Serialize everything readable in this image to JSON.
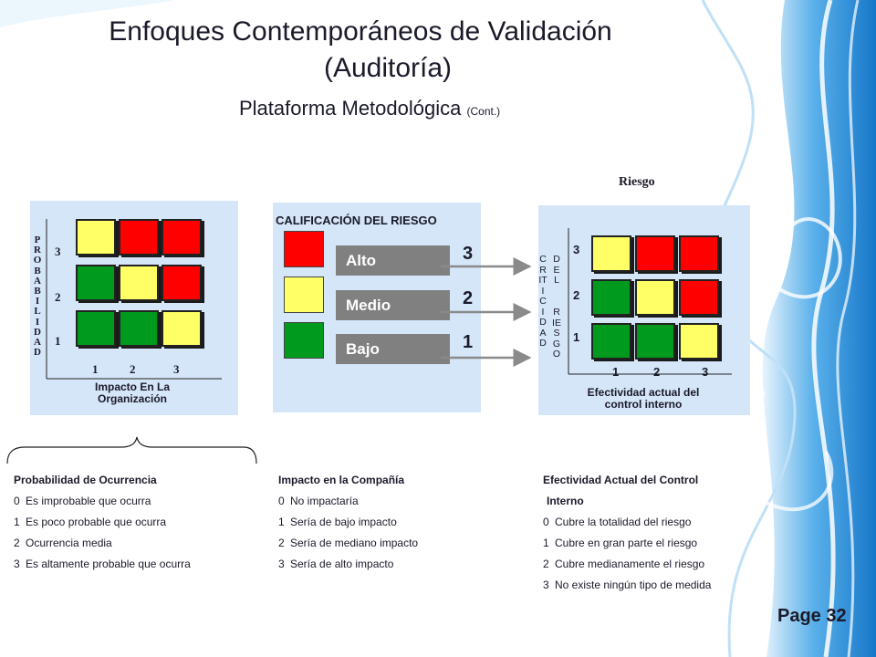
{
  "slide": {
    "title_line1": "Enfoques Contemporáneos de Validación",
    "title_line2": "(Auditoría)",
    "subtitle": "Plataforma Metodológica",
    "subtitle_note": "(Cont.)",
    "page": "Page 32"
  },
  "matrix_left": {
    "y_axis_letters": "PROBABILIDAD",
    "y_ticks": [
      "3",
      "2",
      "1"
    ],
    "x_ticks": [
      "1",
      "2",
      "3"
    ],
    "x_caption_line1": "Impacto En La",
    "x_caption_line2": "Organización",
    "grid": [
      [
        "yellow",
        "red",
        "red"
      ],
      [
        "green",
        "yellow",
        "red"
      ],
      [
        "green",
        "green",
        "yellow"
      ]
    ]
  },
  "calificacion": {
    "heading": "CALIFICACIÓN DEL RIESGO",
    "levels": [
      {
        "label": "Alto",
        "score": "3",
        "color": "red"
      },
      {
        "label": "Medio",
        "score": "2",
        "color": "yellow"
      },
      {
        "label": "Bajo",
        "score": "1",
        "color": "green"
      }
    ]
  },
  "matrix_right": {
    "heading": "Riesgo",
    "y_axis_letters_left": "CRITICIDAD",
    "y_axis_letters_right_top": "DEL",
    "y_axis_letters_right_bottom": "RIESGO",
    "y_ticks": [
      "3",
      "2",
      "1"
    ],
    "x_ticks": [
      "1",
      "2",
      "3"
    ],
    "x_caption_line1": "Efectividad actual del",
    "x_caption_line2": "control interno",
    "grid": [
      [
        "yellow",
        "red",
        "red"
      ],
      [
        "green",
        "yellow",
        "red"
      ],
      [
        "green",
        "green",
        "yellow"
      ]
    ]
  },
  "legend": {
    "probabilidad": {
      "heading": "Probabilidad de Ocurrencia",
      "items": [
        {
          "n": "0",
          "text": "Es improbable que ocurra"
        },
        {
          "n": "1",
          "text": "Es poco probable que ocurra"
        },
        {
          "n": "2",
          "text": "Ocurrencia media"
        },
        {
          "n": "3",
          "text": "Es altamente probable que ocurra"
        }
      ]
    },
    "impacto": {
      "heading": "Impacto en la Compañía",
      "items": [
        {
          "n": "0",
          "text": "No impactaría"
        },
        {
          "n": "1",
          "text": "Sería de bajo impacto"
        },
        {
          "n": "2",
          "text": "Sería de mediano impacto"
        },
        {
          "n": "3",
          "text": "Sería de alto impacto"
        }
      ]
    },
    "efectividad": {
      "heading_line1": "Efectividad Actual del Control",
      "heading_line2": "Interno",
      "items": [
        {
          "n": "0",
          "text": "Cubre la totalidad del riesgo"
        },
        {
          "n": "1",
          "text": "Cubre en gran parte el riesgo"
        },
        {
          "n": "2",
          "text": "Cubre medianamente el riesgo"
        },
        {
          "n": "3",
          "text": "No existe ningún tipo de medida"
        }
      ]
    }
  },
  "colors": {
    "red": "#ff0000",
    "yellow": "#ffff66",
    "green": "#009a1e",
    "panel": "#d5e6f8",
    "label_bg": "#808080",
    "accent_blue": "#1e88d8"
  }
}
